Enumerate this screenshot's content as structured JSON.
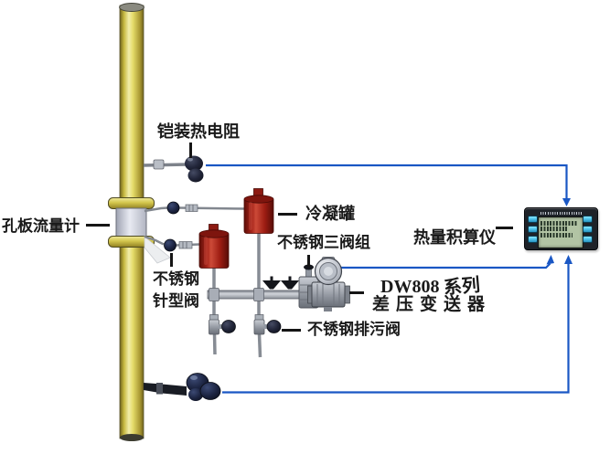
{
  "labels": {
    "armored_rtd": "铠装热电阻",
    "orifice_meter": "孔板流量计",
    "needle_valve_l1": "不锈钢",
    "needle_valve_l2": "针型阀",
    "condensate_pot": "冷凝罐",
    "three_valve_manifold": "不锈钢三阀组",
    "heat_calculator": "热量积算仪",
    "dp_series": "DW808",
    "dp_series_suffix": "系列",
    "dp_transmitter": "差压变送器",
    "drain_valve": "不锈钢排污阀"
  },
  "colors": {
    "signal_wire": "#1a57c4",
    "pipe_yellow": "#d8c94e",
    "condensate_pot_red": "#9e1d13",
    "calculator_body": "#1e2228",
    "calculator_button": "#54c9ee",
    "calculator_lcd": "#b2c4a4"
  }
}
